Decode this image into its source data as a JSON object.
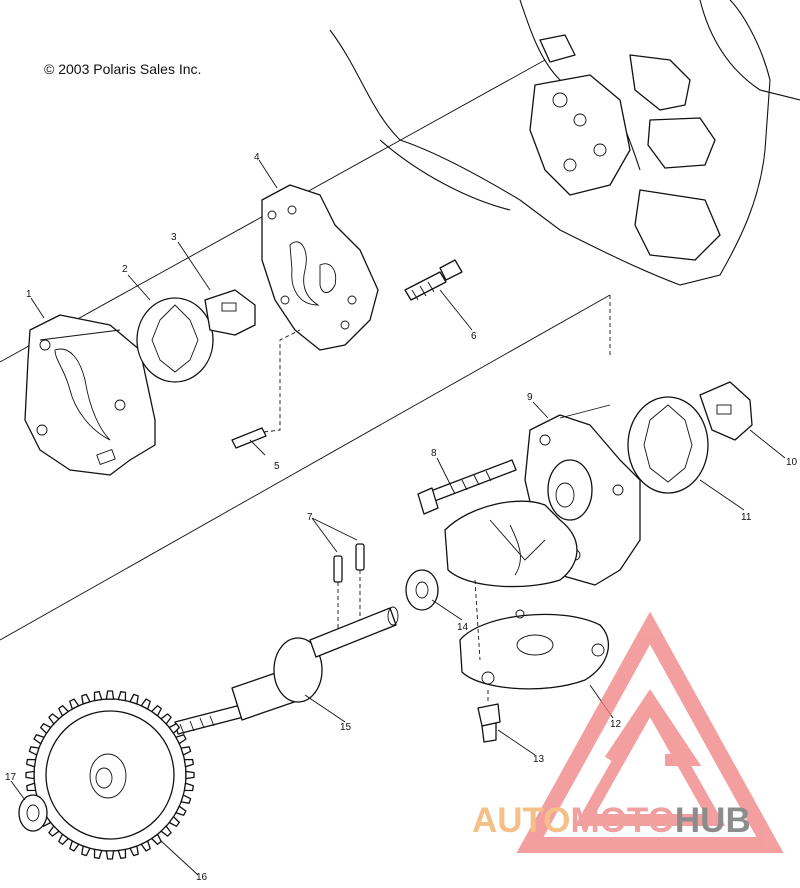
{
  "diagram": {
    "copyright": "© 2003 Polaris Sales Inc.",
    "callouts": [
      {
        "id": "1",
        "label": "1"
      },
      {
        "id": "2",
        "label": "2"
      },
      {
        "id": "3",
        "label": "3"
      },
      {
        "id": "4",
        "label": "4"
      },
      {
        "id": "5",
        "label": "5"
      },
      {
        "id": "6",
        "label": "6"
      },
      {
        "id": "7",
        "label": "7"
      },
      {
        "id": "8",
        "label": "8"
      },
      {
        "id": "9",
        "label": "9"
      },
      {
        "id": "10",
        "label": "10"
      },
      {
        "id": "11",
        "label": "11"
      },
      {
        "id": "12",
        "label": "12"
      },
      {
        "id": "13",
        "label": "13"
      },
      {
        "id": "14",
        "label": "14"
      },
      {
        "id": "15",
        "label": "15"
      },
      {
        "id": "16",
        "label": "16"
      },
      {
        "id": "17",
        "label": "17"
      }
    ]
  },
  "watermark": {
    "part_a": "AUTO",
    "part_b": "MOTO",
    "part_c": "HUB",
    "colors": {
      "auto": "#f4c088",
      "moto": "#f0a0a0",
      "hub": "#8c8c8c",
      "logo": "#f08080"
    }
  }
}
